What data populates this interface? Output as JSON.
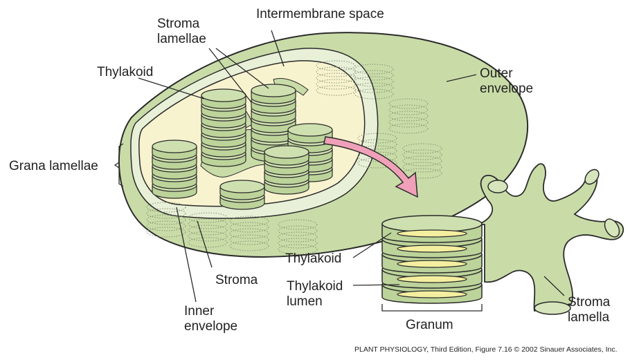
{
  "labels": {
    "stroma_lamellae_top": "Stroma",
    "stroma_lamellae_bottom": "lamellae",
    "intermembrane_space": "Intermembrane space",
    "thylakoid_top": "Thylakoid",
    "outer_envelope_top": "Outer",
    "outer_envelope_bottom": "envelope",
    "grana_lamellae": "Grana lamellae",
    "thylakoid_right": "Thylakoid",
    "stroma": "Stroma",
    "thylakoid_lumen_top": "Thylakoid",
    "thylakoid_lumen_bottom": "lumen",
    "inner_envelope_top": "Inner",
    "inner_envelope_bottom": "envelope",
    "granum": "Granum",
    "stroma_lamella_top": "Stroma",
    "stroma_lamella_bottom": "lamella"
  },
  "credit": {
    "book": "PLANT PHYSIOLOGY",
    "rest": ", Third Edition, Figure 7.16  © 2002 Sinauer Associates, Inc."
  },
  "colors": {
    "outer_green": "#c9dca8",
    "membrane_light": "#e8f0d8",
    "stroma_cream": "#f8f3cf",
    "thylakoid_green": "#bcd39a",
    "lumen_yellow": "#f4efa0",
    "arrow_pink": "#f0a0b8",
    "outline": "#2a2a2a"
  }
}
